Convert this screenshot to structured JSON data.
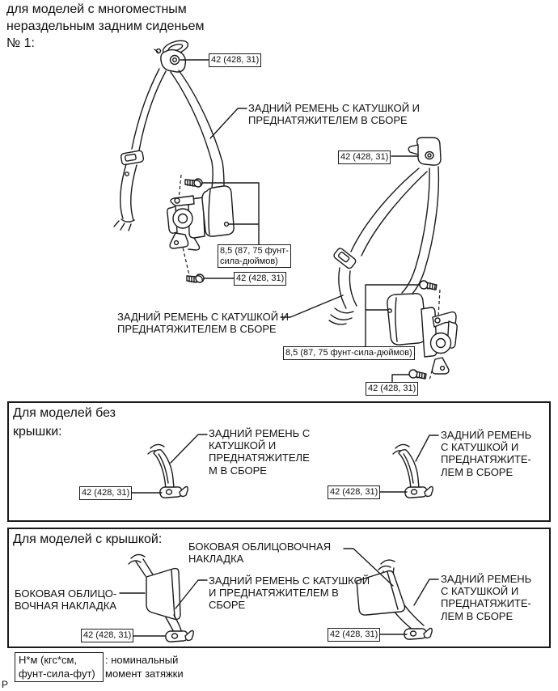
{
  "header": {
    "lines": [
      "для моделей с многоместным",
      "нераздельным задним сиденьем",
      "№ 1:"
    ]
  },
  "torque": {
    "t42": "42 (428, 31)",
    "t85_lines": [
      "8,5 (87, 75 фунт-",
      "сила-дюймов)"
    ],
    "t85_inline": "8,5 (87, 75 фунт-сила-дюймов)"
  },
  "main_diagram": {
    "left_belt_label_lines": [
      "ЗАДНИЙ РЕМЕНЬ С КАТУШКОЙ И",
      "ПРЕДНАТЯЖИТЕЛЕМ В СБОРЕ"
    ],
    "right_belt_label_lines": [
      "ЗАДНИЙ РЕМЕНЬ С КАТУШКОЙ И",
      "ПРЕДНАТЯЖИТЕЛЕМ В СБОРЕ"
    ]
  },
  "section_no_cover": {
    "title_lines": [
      "Для моделей без",
      "крышки:"
    ],
    "left_belt_label_lines": [
      "ЗАДНИЙ РЕМЕНЬ С",
      "КАТУШКОЙ И",
      "ПРЕДНАТЯЖИТЕЛЕ",
      "М В СБОРЕ"
    ],
    "right_belt_label_lines": [
      "ЗАДНИЙ РЕМЕНЬ",
      "С КАТУШКОЙ И",
      "ПРЕДНАТЯЖИТЕ-",
      "ЛЕМ В СБОРЕ"
    ]
  },
  "section_with_cover": {
    "title": "Для моделей с крышкой:",
    "top_cover_label_lines": [
      "БОКОВАЯ ОБЛИЦОВОЧНАЯ",
      "НАКЛАДКА"
    ],
    "left_cover_label_lines": [
      "БОКОВАЯ ОБЛИЦО-",
      "ВОЧНАЯ НАКЛАДКА"
    ],
    "left_belt_label_lines": [
      "ЗАДНИЙ РЕМЕНЬ С КАТУШКОЙ",
      "И ПРЕДНАТЯЖИТЕЛЕМ В",
      "СБОРЕ"
    ],
    "right_belt_label_lines": [
      "ЗАДНИЙ РЕМЕНЬ",
      "С КАТУШКОЙ И",
      "ПРЕДНАТЯЖИТЕ-",
      "ЛЕМ В СБОРЕ"
    ]
  },
  "legend": {
    "unit_box_lines": [
      "Н*м (кгс*см,",
      "фунт-сила-фут)"
    ],
    "description_lines": [
      ": номинальный",
      "момент затяжки"
    ]
  },
  "footer": {
    "page_mark": "P"
  },
  "colors": {
    "line": "#1a1a1a",
    "background": "#ffffff"
  }
}
